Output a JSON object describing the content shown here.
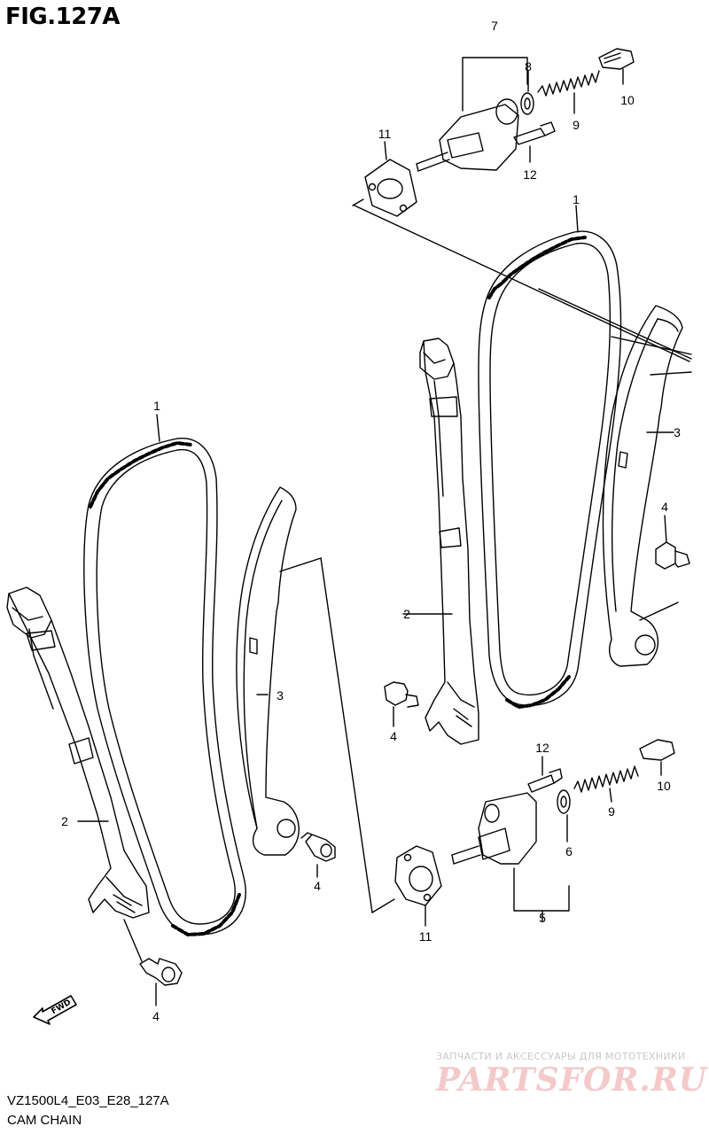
{
  "figure": {
    "title": "FIG.127A",
    "model_code": "VZ1500L4_E03_E28_127A",
    "section_name": "CAM CHAIN"
  },
  "callouts": {
    "upper_assembly": [
      "7",
      "8",
      "10",
      "9",
      "11",
      "12",
      "1",
      "3",
      "4",
      "2",
      "4"
    ],
    "lower_assembly": [
      "1",
      "3",
      "2",
      "4",
      "4",
      "12",
      "10",
      "9",
      "6",
      "11",
      "5"
    ]
  },
  "direction_label": "FWD",
  "watermark": {
    "tagline": "ЗАПЧАСТИ И АКСЕССУАРЫ ДЛЯ МОТОТЕХНИКИ",
    "brand": "PARTSFOR.RU"
  }
}
